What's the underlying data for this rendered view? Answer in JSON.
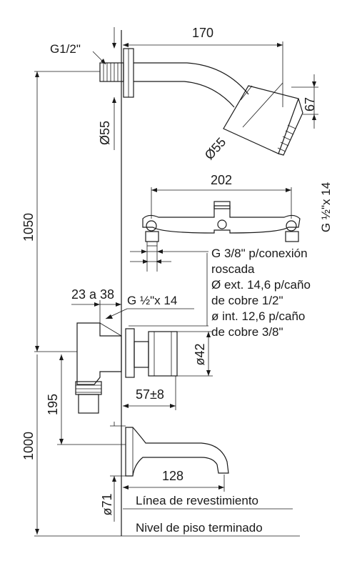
{
  "dimensions": {
    "d170": "170",
    "d67": "67",
    "d55_left": "Ø55",
    "d55_head": "Ø55",
    "d1050": "1050",
    "d202": "202",
    "d23_38": "23 a 38",
    "d42": "ø42",
    "d57": "57±8",
    "d195": "195",
    "d1000": "1000",
    "d128": "128",
    "d71": "ø71"
  },
  "threads": {
    "g12_shower": "G1/2\"",
    "g12_valve": "G ½\"x 14",
    "g12_vertical": "G ½\"x 14"
  },
  "notes": {
    "line1": "G 3/8\" p/conexión",
    "line2": "roscada",
    "line3": "Ø ext. 14,6 p/caño",
    "line4": "de cobre 1/2\"",
    "line5": "ø int. 12,6 p/caño",
    "line6": "de cobre 3/8\""
  },
  "levels": {
    "wall_line": "Línea de revestimiento",
    "floor_line": "Nivel de piso terminado"
  }
}
